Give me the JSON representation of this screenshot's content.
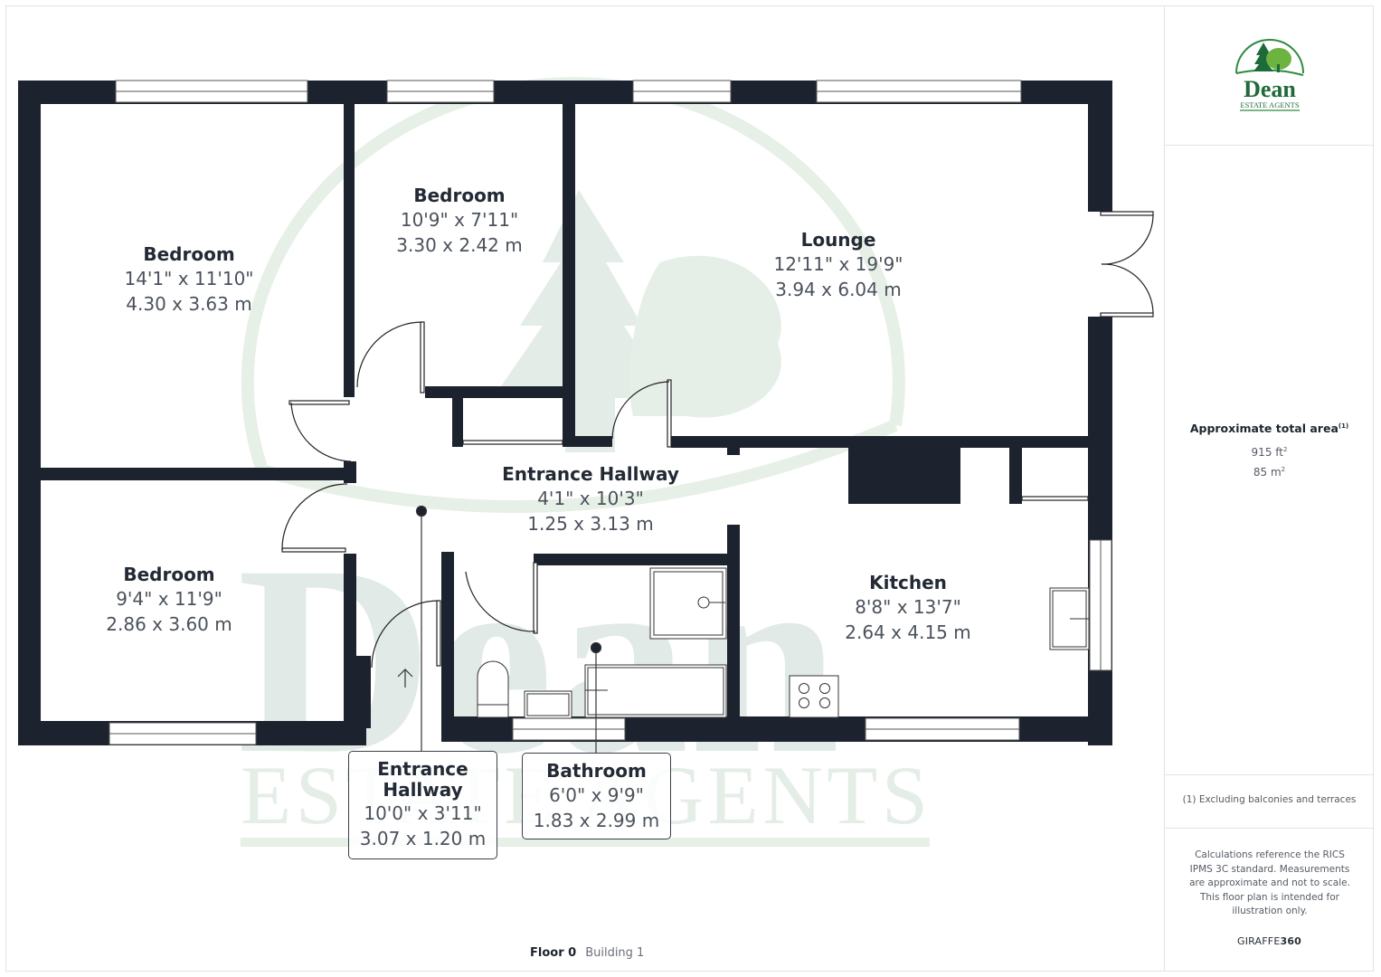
{
  "floor": {
    "label": "Floor 0",
    "building": "Building 1"
  },
  "brand_logo": {
    "name": "Dean",
    "subtitle": "ESTATE AGENTS",
    "color_dark": "#1e6b3a",
    "color_light": "#6cb33f"
  },
  "watermark": {
    "text_main": "Dean",
    "text_sub": "ESTATE AGENTS",
    "color": "#e3ece6"
  },
  "rooms": [
    {
      "id": "bedroom-1",
      "name": "Bedroom",
      "imperial": "14'1\" x 11'10\"",
      "metric": "4.30 x 3.63 m"
    },
    {
      "id": "bedroom-2",
      "name": "Bedroom",
      "imperial": "10'9\" x 7'11\"",
      "metric": "3.30 x 2.42 m"
    },
    {
      "id": "lounge",
      "name": "Lounge",
      "imperial": "12'11\" x 19'9\"",
      "metric": "3.94 x 6.04 m"
    },
    {
      "id": "entrance-hallway",
      "name": "Entrance Hallway",
      "imperial": "4'1\" x 10'3\"",
      "metric": "1.25 x 3.13 m"
    },
    {
      "id": "bedroom-3",
      "name": "Bedroom",
      "imperial": "9'4\" x 11'9\"",
      "metric": "2.86 x 3.60 m"
    },
    {
      "id": "kitchen",
      "name": "Kitchen",
      "imperial": "8'8\" x 13'7\"",
      "metric": "2.64 x 4.15 m"
    }
  ],
  "callouts": [
    {
      "id": "entrance-hallway-2",
      "name_line1": "Entrance",
      "name_line2": "Hallway",
      "imperial": "10'0\" x 3'11\"",
      "metric": "3.07 x 1.20 m"
    },
    {
      "id": "bathroom",
      "name_line1": "Bathroom",
      "imperial": "6'0\" x 9'9\"",
      "metric": "1.83 x 2.99 m"
    }
  ],
  "sidebar": {
    "area_title": "Approximate total area",
    "area_footnote_mark": "(1)",
    "area_sqft": "915 ft",
    "area_sqm": "85 m",
    "sup2": "2",
    "footnote": "(1) Excluding balconies and terraces",
    "calc_note": "Calculations reference the RICS IPMS 3C standard. Measurements are approximate and not to scale. This floor plan is intended for illustration only.",
    "brand_prefix": "GIRAFFE",
    "brand_suffix": "360"
  },
  "colors": {
    "wall": "#1c232e",
    "text": "#232a35",
    "dim_text": "#4b525c",
    "divider": "#e2e2e2"
  }
}
